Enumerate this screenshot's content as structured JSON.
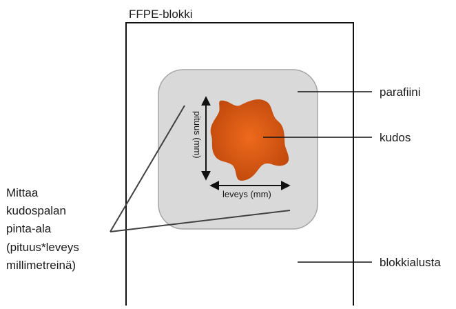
{
  "diagram": {
    "title": "FFPE-blokki",
    "labels": {
      "paraffin": "parafiini",
      "tissue": "kudos",
      "block_base": "blokkialusta"
    },
    "dimensions": {
      "length": "pituus (mm)",
      "width": "leveys (mm)"
    },
    "instruction": [
      "Mittaa",
      "kudospalan",
      "pinta-ala",
      "(pituus*leveys",
      "millimetreinä)"
    ],
    "colors": {
      "paraffin_fill": "#d9d9d9",
      "paraffin_stroke": "#a6a6a6",
      "tissue_center": "#ee6a1c",
      "tissue_edge": "#c24a0d",
      "line": "#1a1a1a"
    }
  }
}
